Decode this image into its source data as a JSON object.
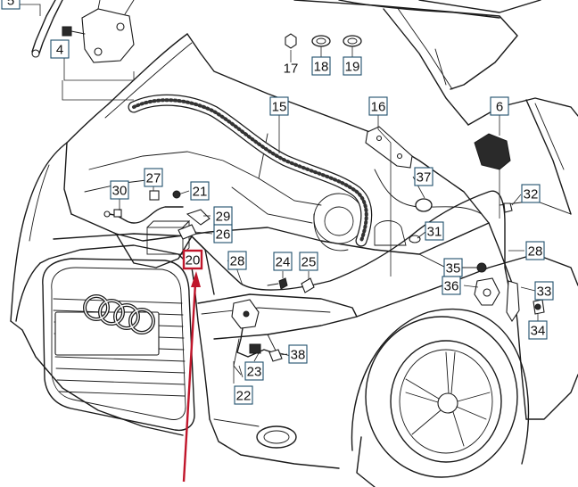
{
  "diagram": {
    "highlighted_part": "20",
    "callouts": [
      {
        "id": "5",
        "boxed": true
      },
      {
        "id": "4",
        "boxed": true
      },
      {
        "id": "17",
        "boxed": false
      },
      {
        "id": "18",
        "boxed": true
      },
      {
        "id": "19",
        "boxed": true
      },
      {
        "id": "15",
        "boxed": true
      },
      {
        "id": "16",
        "boxed": true
      },
      {
        "id": "6",
        "boxed": true
      },
      {
        "id": "27",
        "boxed": true
      },
      {
        "id": "30",
        "boxed": true
      },
      {
        "id": "21",
        "boxed": true
      },
      {
        "id": "37",
        "boxed": true
      },
      {
        "id": "32",
        "boxed": true
      },
      {
        "id": "29",
        "boxed": true
      },
      {
        "id": "26",
        "boxed": true
      },
      {
        "id": "31",
        "boxed": true
      },
      {
        "id": "20",
        "boxed": true
      },
      {
        "id": "28",
        "boxed": true
      },
      {
        "id": "24",
        "boxed": true
      },
      {
        "id": "25",
        "boxed": true
      },
      {
        "id": "28b",
        "text": "28",
        "boxed": true
      },
      {
        "id": "35",
        "boxed": true
      },
      {
        "id": "36",
        "boxed": true
      },
      {
        "id": "33",
        "boxed": true
      },
      {
        "id": "34",
        "boxed": true
      },
      {
        "id": "38",
        "boxed": true
      },
      {
        "id": "23",
        "boxed": true
      },
      {
        "id": "22",
        "boxed": true
      }
    ],
    "colors": {
      "line": "#1a1a1a",
      "label_border": "#1f4f6b",
      "highlight": "#c0162b",
      "arrow": "#c0162b"
    }
  }
}
